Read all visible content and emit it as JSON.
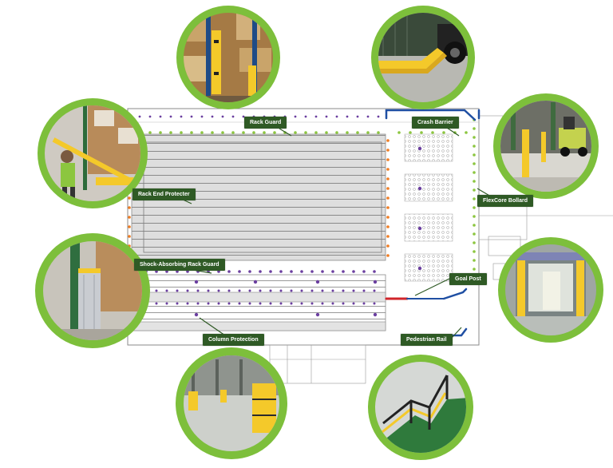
{
  "diagram": {
    "colors": {
      "ring_green": "#7dbf3b",
      "label_bg": "#2f5a25",
      "label_text": "#ffffff",
      "rack_fill": "#d8d8d8",
      "line_gray": "#9a9a9a",
      "dot_green": "#8cc63f",
      "dot_purple": "#6b3fa0",
      "dot_orange": "#f07c22",
      "barrier_blue": "#1f4fa3",
      "barrier_red": "#d0242a"
    },
    "callouts": [
      {
        "id": "rack-guard",
        "text": "Rack Guard",
        "photo_icon": "rack-guard-photo"
      },
      {
        "id": "crash-barrier",
        "text": "Crash Barrier",
        "photo_icon": "crash-barrier-photo"
      },
      {
        "id": "rack-end-protector",
        "text": "Rack End Protecter",
        "photo_icon": "rack-end-protector-photo"
      },
      {
        "id": "flexcore-bollard",
        "text": "FlexCore Bollard",
        "photo_icon": "flexcore-bollard-photo"
      },
      {
        "id": "shock-absorbing-rack-guard",
        "text": "Shock-Absorbing Rack Guard",
        "photo_icon": "shock-absorbing-rack-guard-photo"
      },
      {
        "id": "goal-post",
        "text": "Goal Post",
        "photo_icon": "goal-post-photo"
      },
      {
        "id": "column-protection",
        "text": "Column Protection",
        "photo_icon": "column-protection-photo"
      },
      {
        "id": "pedestrian-rail",
        "text": "Pedestrian Rail",
        "photo_icon": "pedestrian-rail-photo"
      }
    ]
  }
}
